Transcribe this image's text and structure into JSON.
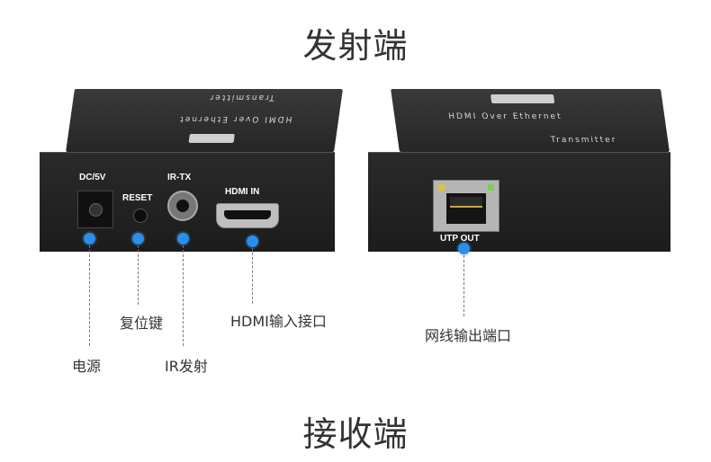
{
  "headings": {
    "top": "发射端",
    "bottom": "接收端"
  },
  "left_device": {
    "top_text_line1": "HDMI Over Ethernet",
    "top_text_line2": "Transmitter",
    "ports": {
      "dc": "DC/5V",
      "reset": "RESET",
      "ir": "IR-TX",
      "hdmi": "HDMI IN"
    }
  },
  "right_device": {
    "top_text_line1": "HDMI Over Ethernet",
    "top_text_line2": "Transmitter",
    "ports": {
      "utp": "UTP OUT"
    }
  },
  "callouts": {
    "power": "电源",
    "reset": "复位键",
    "ir": "IR发射",
    "hdmi_in": "HDMI输入接口",
    "network_out": "网线输出端口"
  },
  "colors": {
    "marker": "#2c8ee8",
    "device": "#222222"
  }
}
